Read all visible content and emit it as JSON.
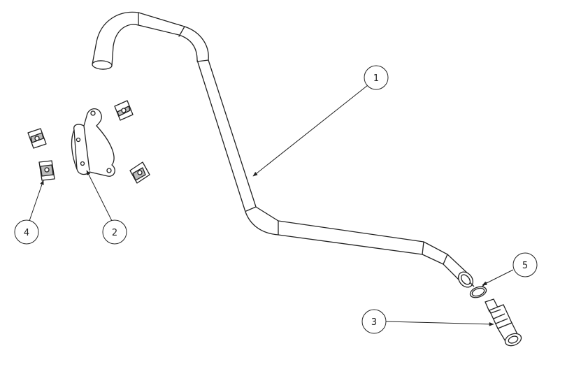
{
  "drawing": {
    "line_color": "#222222",
    "fill_color": "#ffffff",
    "balloons": [
      {
        "id": "balloon-1",
        "label": "1"
      },
      {
        "id": "balloon-2",
        "label": "2"
      },
      {
        "id": "balloon-3",
        "label": "3"
      },
      {
        "id": "balloon-4",
        "label": "4"
      },
      {
        "id": "balloon-5",
        "label": "5"
      }
    ],
    "parts": [
      {
        "id": "part-1",
        "icon": "bent-tube-icon"
      },
      {
        "id": "part-2",
        "icon": "bracket-icon"
      },
      {
        "id": "part-3",
        "icon": "fitting-icon"
      },
      {
        "id": "part-4",
        "icon": "clip-nut-icon"
      },
      {
        "id": "part-5",
        "icon": "hose-clamp-icon"
      }
    ]
  }
}
